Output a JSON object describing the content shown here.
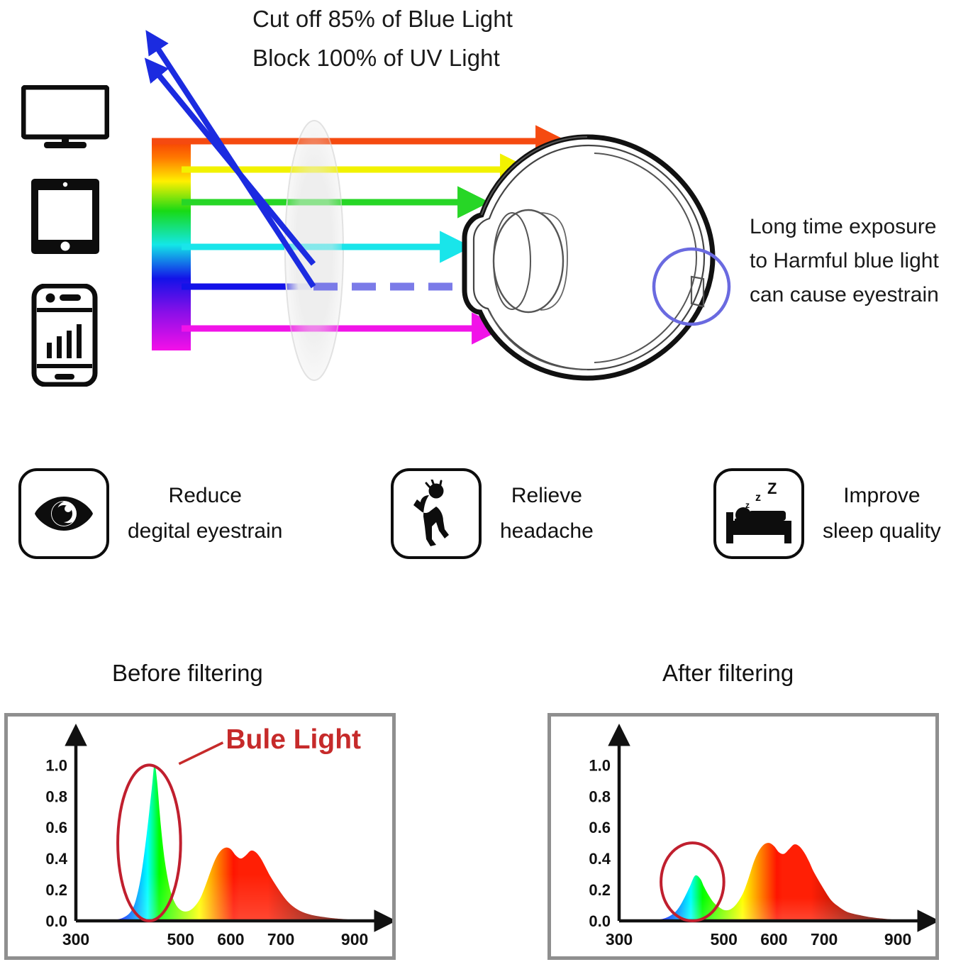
{
  "headline": {
    "line1": "Cut off 85% of Blue Light",
    "line2": "Block 100% of UV Light"
  },
  "eye_caption": {
    "line1": "Long time exposure",
    "line2": "to Harmful blue light",
    "line3": "can cause eyestrain"
  },
  "devices": [
    {
      "name": "monitor",
      "label": "desktop monitor"
    },
    {
      "name": "tablet",
      "label": "tablet"
    },
    {
      "name": "smartphone",
      "label": "smartphone"
    }
  ],
  "light_rays": [
    {
      "color": "#F54A10",
      "label": "red ray"
    },
    {
      "color": "#F2F200",
      "label": "yellow ray"
    },
    {
      "color": "#27D626",
      "label": "green ray"
    },
    {
      "color": "#19E5EA",
      "label": "cyan ray"
    },
    {
      "color": "#7B7BE8",
      "label": "blue ray blocked (dashed)"
    },
    {
      "color": "#F113E8",
      "label": "magenta ray"
    }
  ],
  "reflected_rays": {
    "color": "#1B2BE0",
    "count": 2,
    "label": "blue light reflected by lens"
  },
  "spectrum_bar": {
    "stops": [
      "#F53A05",
      "#FFF000",
      "#18DA15",
      "#13E7E7",
      "#1312E8",
      "#F50FE8"
    ]
  },
  "lens": {
    "fill": "#EFEFEF",
    "label": "blue light filtering lens"
  },
  "eye": {
    "outline": "#111111",
    "highlight_circle": "#6A6AE0"
  },
  "benefits": [
    {
      "icon": "eye-icon",
      "line1": "Reduce",
      "line2": "degital eyestrain"
    },
    {
      "icon": "headache-icon",
      "line1": "Relieve",
      "line2": "headache"
    },
    {
      "icon": "sleep-icon",
      "line1": "Improve",
      "line2": "sleep quality"
    }
  ],
  "chart_data": [
    {
      "type": "area",
      "title": "Before filtering",
      "xlabel": "",
      "ylabel": "",
      "xlim": [
        300,
        950
      ],
      "ylim": [
        0.0,
        1.12
      ],
      "grid": false,
      "legend": null,
      "xticks": [
        300,
        500,
        600,
        700,
        900
      ],
      "xticklabels": [
        "300",
        "500",
        "600",
        "700",
        "900"
      ],
      "yticks": [
        0.0,
        0.2,
        0.4,
        0.6,
        0.8,
        1.0
      ],
      "yticklabels": [
        "0.0",
        "0.2",
        "0.4",
        "0.6",
        "0.8",
        "1.0"
      ],
      "annotation": {
        "text": "Bule Light",
        "color": "#C62A2A"
      },
      "highlight_ellipse": {
        "center_x": 440,
        "center_y": 0.5,
        "color": "#C01F2E"
      },
      "series": [
        {
          "name": "spectral power distribution",
          "x": [
            300,
            340,
            370,
            390,
            405,
            415,
            425,
            435,
            445,
            450,
            455,
            462,
            470,
            480,
            490,
            500,
            510,
            520,
            530,
            540,
            550,
            560,
            570,
            580,
            590,
            600,
            610,
            620,
            630,
            640,
            650,
            660,
            670,
            680,
            700,
            720,
            740,
            760,
            780,
            800,
            830,
            860,
            900,
            950
          ],
          "values": [
            0.0,
            0.0,
            0.005,
            0.02,
            0.06,
            0.14,
            0.3,
            0.55,
            0.85,
            1.0,
            0.9,
            0.62,
            0.38,
            0.2,
            0.11,
            0.07,
            0.06,
            0.07,
            0.1,
            0.15,
            0.23,
            0.32,
            0.4,
            0.45,
            0.47,
            0.46,
            0.42,
            0.4,
            0.42,
            0.45,
            0.44,
            0.4,
            0.34,
            0.28,
            0.18,
            0.12,
            0.08,
            0.055,
            0.04,
            0.03,
            0.02,
            0.013,
            0.006,
            0.0
          ]
        }
      ]
    },
    {
      "type": "area",
      "title": "After filtering",
      "xlabel": "",
      "ylabel": "",
      "xlim": [
        300,
        950
      ],
      "ylim": [
        0.0,
        1.12
      ],
      "grid": false,
      "legend": null,
      "xticks": [
        300,
        500,
        600,
        700,
        900
      ],
      "xticklabels": [
        "300",
        "500",
        "600",
        "700",
        "900"
      ],
      "yticks": [
        0.0,
        0.2,
        0.4,
        0.6,
        0.8,
        1.0
      ],
      "yticklabels": [
        "0.0",
        "0.2",
        "0.4",
        "0.6",
        "0.8",
        "1.0"
      ],
      "annotation": null,
      "highlight_ellipse": {
        "center_x": 440,
        "center_y": 0.25,
        "color": "#C01F2E"
      },
      "series": [
        {
          "name": "spectral power distribution",
          "x": [
            300,
            340,
            370,
            390,
            405,
            415,
            425,
            435,
            445,
            455,
            462,
            470,
            480,
            490,
            500,
            510,
            520,
            530,
            540,
            550,
            560,
            570,
            580,
            590,
            600,
            610,
            620,
            630,
            640,
            650,
            660,
            670,
            680,
            700,
            720,
            740,
            760,
            780,
            800,
            830,
            860,
            900,
            950
          ],
          "values": [
            0.0,
            0.0,
            0.005,
            0.02,
            0.05,
            0.09,
            0.15,
            0.22,
            0.29,
            0.27,
            0.22,
            0.17,
            0.12,
            0.09,
            0.07,
            0.07,
            0.09,
            0.13,
            0.19,
            0.28,
            0.38,
            0.45,
            0.49,
            0.5,
            0.48,
            0.44,
            0.43,
            0.46,
            0.49,
            0.48,
            0.44,
            0.38,
            0.31,
            0.2,
            0.13,
            0.09,
            0.06,
            0.045,
            0.035,
            0.022,
            0.014,
            0.006,
            0.0
          ]
        }
      ]
    }
  ]
}
